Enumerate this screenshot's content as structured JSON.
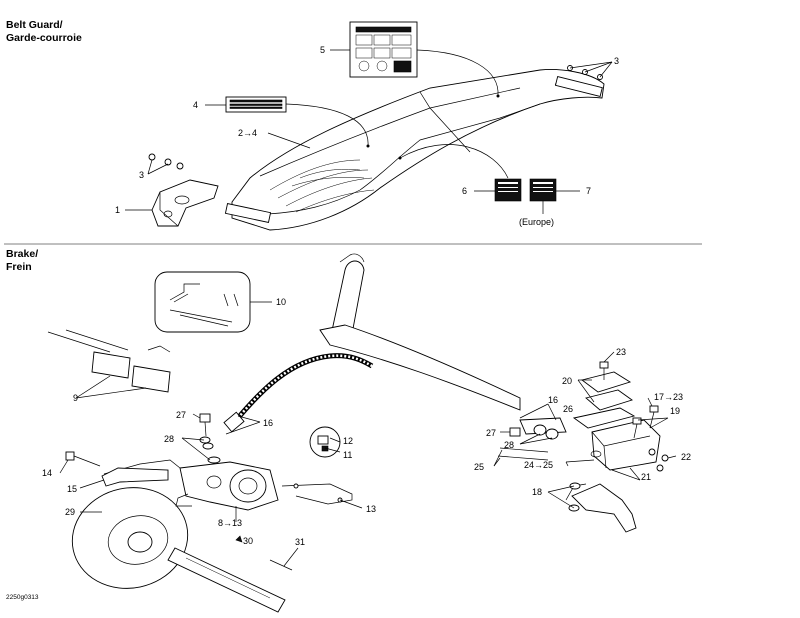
{
  "sections": {
    "belt_guard": {
      "title_en": "Belt Guard/",
      "title_fr": "Garde-courroie"
    },
    "brake": {
      "title_en": "Brake/",
      "title_fr": "Frein"
    }
  },
  "callouts": {
    "c1": "1",
    "c2": "2→4",
    "c3a": "3",
    "c3b": "3",
    "c4": "4",
    "c5": "5",
    "c6": "6",
    "c7": "7",
    "europe": "(Europe)",
    "c8": "8→13",
    "c9": "9",
    "c10": "10",
    "c11": "11",
    "c12": "12",
    "c13": "13",
    "c14": "14",
    "c15": "15",
    "c16a": "16",
    "c16b": "16",
    "c17": "17→23",
    "c18": "18",
    "c19": "19",
    "c20": "20",
    "c21": "21",
    "c22": "22",
    "c23": "23",
    "c24": "24→25",
    "c25": "25",
    "c26": "26",
    "c27a": "27",
    "c27b": "27",
    "c28a": "28",
    "c28b": "28",
    "c29": "29",
    "c30": "30",
    "c31": "31"
  },
  "reference_code": "2250g0313"
}
